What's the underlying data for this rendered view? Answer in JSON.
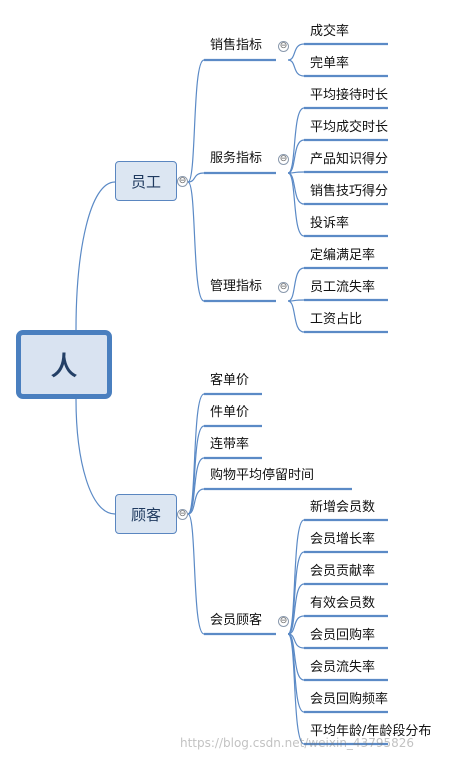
{
  "root": {
    "label": "人"
  },
  "branches": [
    {
      "label": "员工",
      "children": [
        {
          "label": "销售指标",
          "children": [
            "成交率",
            "完单率"
          ]
        },
        {
          "label": "服务指标",
          "children": [
            "平均接待时长",
            "平均成交时长",
            "产品知识得分",
            "销售技巧得分",
            "投诉率"
          ]
        },
        {
          "label": "管理指标",
          "children": [
            "定编满足率",
            "员工流失率",
            "工资占比"
          ]
        }
      ]
    },
    {
      "label": "顾客",
      "children": [
        {
          "label": "客单价",
          "children": []
        },
        {
          "label": "件单价",
          "children": []
        },
        {
          "label": "连带率",
          "children": []
        },
        {
          "label": "购物平均停留时间",
          "children": []
        },
        {
          "label": "会员顾客",
          "children": [
            "新增会员数",
            "会员增长率",
            "会员贡献率",
            "有效会员数",
            "会员回购率",
            "会员流失率",
            "会员回购频率",
            "平均年龄/年龄段分布"
          ]
        }
      ]
    }
  ],
  "toggle_symbol": "⊖",
  "watermark": "https://blog.csdn.net/weixin_43795826",
  "colors": {
    "line": "#5b8ac6",
    "root_border": "#4a7fbf",
    "node_fill": "#dce6f2"
  }
}
